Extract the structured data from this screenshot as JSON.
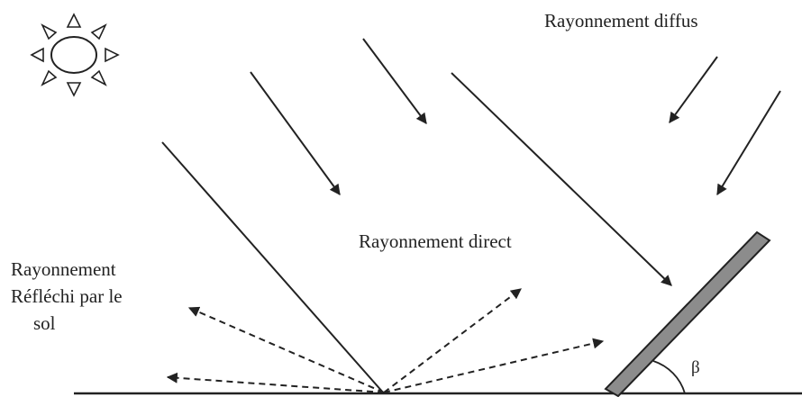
{
  "labels": {
    "diffuse": "Rayonnement diffus",
    "direct": "Rayonnement direct",
    "reflected_line1": "Rayonnement",
    "reflected_line2": "Réfléchi par le",
    "reflected_line3": "sol",
    "tilt_angle": "β"
  },
  "icons": {
    "sun": "sun-icon"
  },
  "colors": {
    "ink": "#222222",
    "panel": "#8c8c8c",
    "background": "#ffffff"
  }
}
